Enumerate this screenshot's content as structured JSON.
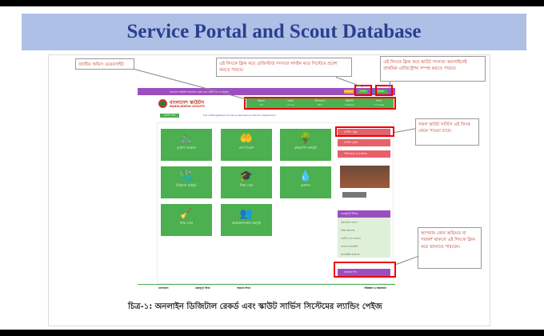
{
  "slide_title": "Service Portal  and Scout Database",
  "caption": "চিত্র-১: অনলাইন ডিজিটাল রেকর্ড এবং স্কাউট সার্ভিস সিস্টেমের ল্যান্ডিং পেইজ",
  "callouts": {
    "website": "জাতীয় অফিস ওয়েবসাইট",
    "login": "এই লিংকে ক্লিক করে রেজিস্টার্ড সদস্যরা লগইন করে সিস্টেমে প্রবেশ করতে পারবে।",
    "register": "এই লিংকে ক্লিক করে স্কাউট সদস্যরা অনলাইনেই প্রাথমিক রেজিস্ট্রেশন সম্পন্ন করতে পারবে।",
    "services": "সকল স্কাউট সার্ভিস এই লিংক থেকে পাওয়া যাবে।",
    "feedback": "আপনার কোন অভিমত বা পরামর্শ থাকলে এই লিংকে ক্লিক করে জানাতে পারবেন।"
  },
  "portal": {
    "topbar_text": "বাংলাদেশ স্কাউটস অনলাইন রেকর্ড এবং স্কাউট সার্ভিস সিস্টেম",
    "lang_btn": "English",
    "login_btn": "লগইন",
    "register_btn": "নিবন্ধন",
    "logo_bn": "বাংলাদেশ স্কাউটস",
    "logo_en": "BANGLADESH SCOUTS",
    "stats": [
      {
        "label": "অঞ্চল",
        "value": "১৩"
      },
      {
        "label": "জেলা",
        "value": "১০১৯"
      },
      {
        "label": "উপজেলা",
        "value": "৪৬৭"
      },
      {
        "label": "ইউনিট",
        "value": "৯৬৬৫৬"
      },
      {
        "label": "সদস্য",
        "value": "১০০৯৬৬"
      }
    ],
    "news_btn": "নোটিশ বোর্ড",
    "ticker": "List of Bangladesh Scouts is selected as Interim Chairperson",
    "tiles": [
      {
        "icon": "🚲",
        "label": "দুর্যোগ সতর্কতা"
      },
      {
        "icon": "🤲",
        "label": "ত্রাণ বিতরণ"
      },
      {
        "icon": "🌳",
        "label": "বৃক্ষরোপণ কর্মসূচি"
      },
      {
        "icon": "🩺",
        "label": "চিকিৎসা কর্মসূচি"
      },
      {
        "icon": "🎓",
        "label": "শিক্ষা সেবা"
      },
      {
        "icon": "💧",
        "label": "রক্তদান"
      },
      {
        "icon": "🧹",
        "label": "স্বাস্থ্য সেবা"
      },
      {
        "icon": "👥",
        "label": "আত্মকর্মসংস্থান কর্মসূচি"
      }
    ],
    "side_buttons": [
      "সার্ভিস সমূহ",
      "সার্ভিস বুকিং",
      "অভিজ্ঞতা ও মতামত"
    ],
    "important_links_title": "গুরুত্বপূর্ণ লিংক",
    "important_links": [
      "মন্ত্রিপরিষদ বিভাগ",
      "শিক্ষা মন্ত্রণালয়",
      "জাতীয় তথ্য বাতায়ন",
      "বাংলাদেশ স্কাউটস",
      "প্রধানমন্ত্রীর কার্যালয়"
    ],
    "feedback_btn": "মতামত দিন",
    "footer": [
      "যোগাযোগ",
      "গুরুত্বপূর্ণ লিংক",
      "সহায়তা লিংক",
      "পরিকল্পনা ও বাস্তবায়নে"
    ]
  }
}
